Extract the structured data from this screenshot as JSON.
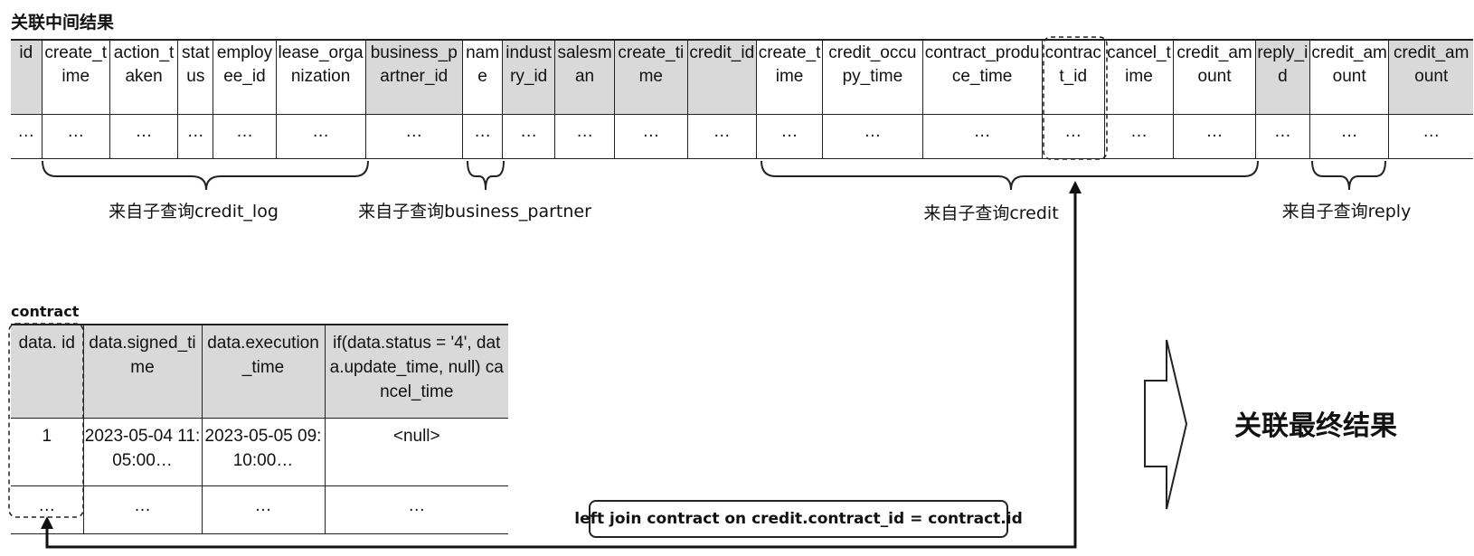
{
  "top_title": "关联中间结果",
  "contract_title": "contract",
  "final_title": "关联最终结果",
  "main_columns": [
    {
      "label": "id",
      "grey": true
    },
    {
      "label": "create_time",
      "grey": false
    },
    {
      "label": "action_taken",
      "grey": false
    },
    {
      "label": "status",
      "grey": false
    },
    {
      "label": "employee_id",
      "grey": false
    },
    {
      "label": "lease_organization",
      "grey": false
    },
    {
      "label": "business_partner_id",
      "grey": true
    },
    {
      "label": "name",
      "grey": false
    },
    {
      "label": "industry_id",
      "grey": true
    },
    {
      "label": "salesman",
      "grey": true
    },
    {
      "label": "create_time",
      "grey": true
    },
    {
      "label": "credit_id",
      "grey": true
    },
    {
      "label": "create_time",
      "grey": false
    },
    {
      "label": "credit_occupy_time",
      "grey": false
    },
    {
      "label": "contract_produce_time",
      "grey": false
    },
    {
      "label": "contract_id",
      "grey": false
    },
    {
      "label": "cancel_time",
      "grey": false
    },
    {
      "label": "credit_amount",
      "grey": false
    },
    {
      "label": "reply_id",
      "grey": true
    },
    {
      "label": "credit_amount",
      "grey": false
    },
    {
      "label": "credit_amount",
      "grey": true
    }
  ],
  "main_row": [
    "…",
    "…",
    "…",
    "…",
    "…",
    "…",
    "…",
    "…",
    "…",
    "…",
    "…",
    "…",
    "…",
    "…",
    "…",
    "…",
    "…",
    "…",
    "…",
    "…",
    "…"
  ],
  "brace_labels": {
    "credit_log": "来自子查询credit_log",
    "business_partner": "来自子查询business_partner",
    "credit": "来自子查询credit",
    "reply": "来自子查询reply"
  },
  "contract_columns": [
    "data. id",
    "data.signed_time",
    "data.execution_time",
    "if(data.status = '4', data.update_time, null) cancel_time"
  ],
  "contract_rows": [
    [
      "1",
      "2023-05-04 11:05:00…",
      "2023-05-05 09:10:00…",
      "<null>"
    ],
    [
      "…",
      "…",
      "…",
      "…"
    ]
  ],
  "join_label": "left join contract on credit.contract_id = contract.id"
}
